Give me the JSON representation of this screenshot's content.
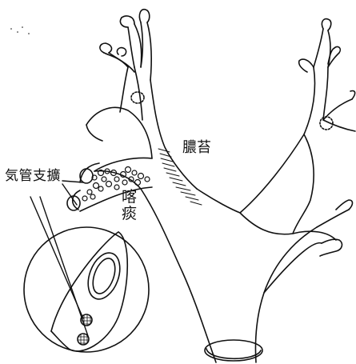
{
  "labels": {
    "pus_coat": "膿苔",
    "expectoration": "喀痰",
    "bronchiectasis": "気管支擴"
  },
  "colors": {
    "ink": "#111111",
    "paper": "#ffffff"
  }
}
